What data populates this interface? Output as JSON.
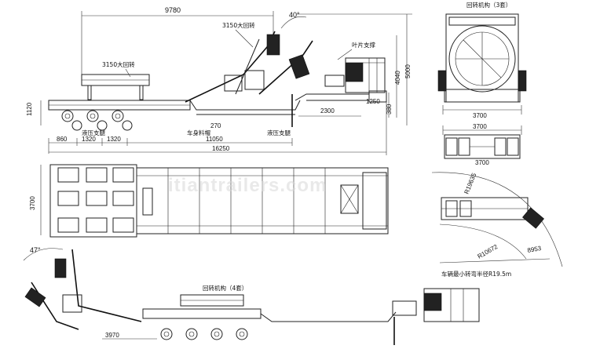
{
  "side_view": {
    "dims": {
      "top_length": "9780",
      "angle_top": "40°",
      "height_total": "5000",
      "height_load": "4040",
      "frame_left": "1120",
      "deck_step": "380",
      "neck_len": "1250",
      "rear_len": "2300",
      "well_mid": "270",
      "axle_a": "860",
      "axle_b": "1320",
      "axle_c": "1320",
      "main_span": "11050",
      "overall": "16250"
    },
    "labels": {
      "turntable_top": "3150大回转",
      "turntable_left": "3150大回转",
      "blade_support": "叶片支撑",
      "hydraulic_support_left": "液压支腿",
      "vehicle_body": "车身料帽",
      "hydraulic_support_right": "液压支腿"
    }
  },
  "front_view": {
    "title": "回转机构（3套）",
    "width": "3700"
  },
  "axle_view": {
    "width_top": "3700",
    "width_bottom": "3700"
  },
  "plan_view": {
    "width": "3700"
  },
  "turning_view": {
    "r_outer": "R19635",
    "r_inner": "R10672",
    "r_mid": "8953",
    "caption": "车辆最小转弯半径R19.5m"
  },
  "bottom_view": {
    "angle": "47°",
    "mechanism": "回转机构（4套）",
    "length": "3970"
  },
  "watermark": "itiantrailers.com"
}
